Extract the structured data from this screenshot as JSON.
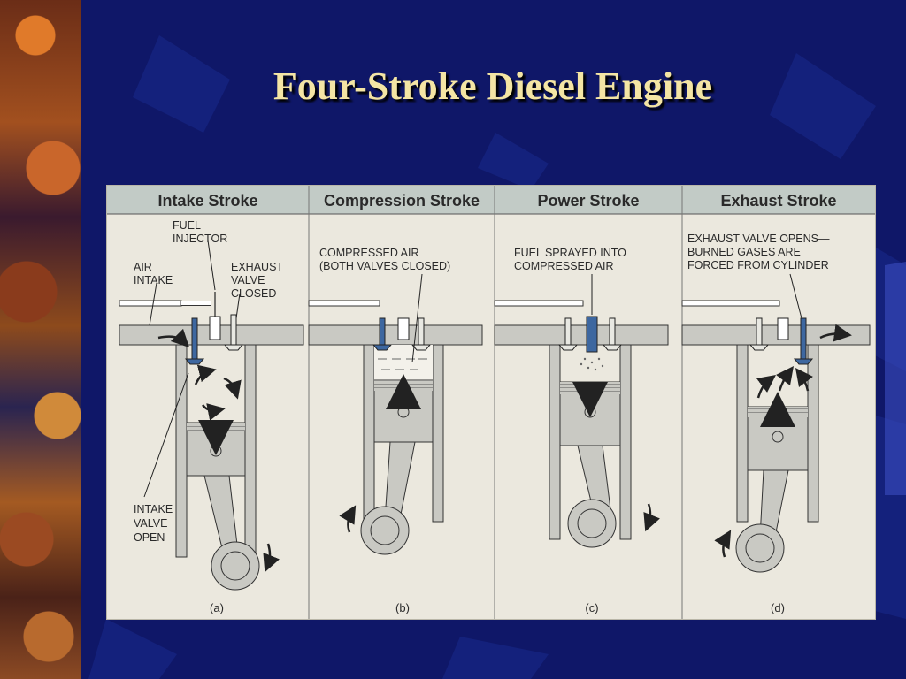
{
  "slide": {
    "title": "Four-Stroke Diesel Engine"
  },
  "panels": [
    {
      "header": "Intake Stroke",
      "caption": "(a)",
      "labels": {
        "fuel_injector": [
          "FUEL",
          "INJECTOR"
        ],
        "air_intake": [
          "AIR",
          "INTAKE"
        ],
        "exhaust_valve_closed": [
          "EXHAUST",
          "VALVE",
          "CLOSED"
        ],
        "intake_valve_open": [
          "INTAKE",
          "VALVE",
          "OPEN"
        ]
      }
    },
    {
      "header": "Compression Stroke",
      "caption": "(b)",
      "labels": {
        "compressed_air": [
          "COMPRESSED AIR",
          "(BOTH VALVES CLOSED)"
        ]
      }
    },
    {
      "header": "Power Stroke",
      "caption": "(c)",
      "labels": {
        "fuel_sprayed": [
          "FUEL SPRAYED INTO",
          "COMPRESSED AIR"
        ]
      }
    },
    {
      "header": "Exhaust Stroke",
      "caption": "(d)",
      "labels": {
        "exhaust_opens": [
          "EXHAUST VALVE OPENS—",
          "BURNED GASES ARE",
          "FORCED FROM CYLINDER"
        ]
      }
    }
  ],
  "colors": {
    "background": "#0f1768",
    "title": "#f4e5a4",
    "paper": "#ebe8de",
    "header_band": "#c2cbc6",
    "engine_gray": "#c9c9c3",
    "valve_blue": "#3d67a0",
    "ink": "#2a2a2a"
  }
}
